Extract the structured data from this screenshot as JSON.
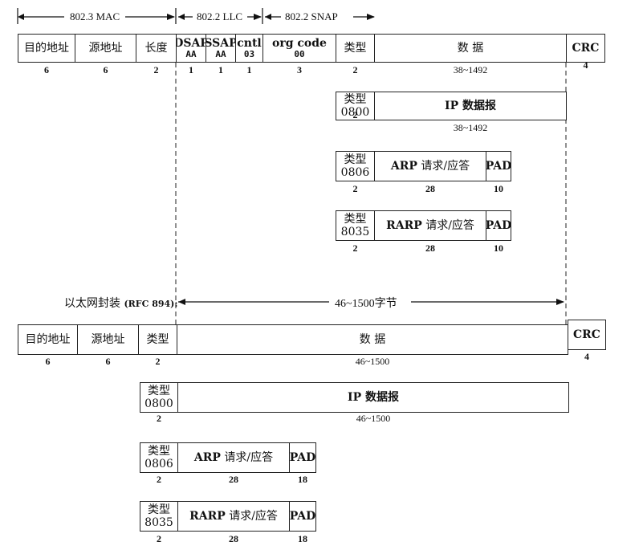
{
  "header": {
    "mac": "802.3 MAC",
    "llc": "802.2 LLC",
    "snap": "802.2 SNAP"
  },
  "ieee": {
    "fields": [
      "目的地址",
      "源地址",
      "长度",
      "DSAP",
      "SSAP",
      "cntl",
      "org code",
      "类型",
      "数 据",
      "CRC"
    ],
    "subvalues": {
      "dsap": "AA",
      "ssap": "AA",
      "cntl": "03",
      "org": "00"
    },
    "sizes": [
      "6",
      "6",
      "2",
      "1",
      "1",
      "1",
      "3",
      "2",
      "38~1492",
      "4"
    ],
    "ip": {
      "type": "类型",
      "code": "0800",
      "label": "IP 数据报",
      "size_type": "2",
      "size_data": "38~1492"
    },
    "arp": {
      "type": "类型",
      "code": "0806",
      "label_bold": "ARP",
      "label_rest": " 请求/应答",
      "pad": "PAD",
      "size_type": "2",
      "size_data": "28",
      "size_pad": "10"
    },
    "rarp": {
      "type": "类型",
      "code": "8035",
      "label_bold": "RARP",
      "label_rest": " 请求/应答",
      "pad": "PAD",
      "size_type": "2",
      "size_data": "28",
      "size_pad": "10"
    }
  },
  "ethernet": {
    "title_prefix": "以太网封装 ",
    "title_bold": "(RFC 894):",
    "span_label": "46~1500字节",
    "fields": [
      "目的地址",
      "源地址",
      "类型",
      "数 据",
      "CRC"
    ],
    "sizes": [
      "6",
      "6",
      "2",
      "46~1500",
      "4"
    ],
    "ip": {
      "type": "类型",
      "code": "0800",
      "label": "IP 数据报",
      "size_type": "2",
      "size_data": "46~1500"
    },
    "arp": {
      "type": "类型",
      "code": "0806",
      "label_bold": "ARP",
      "label_rest": " 请求/应答",
      "pad": "PAD",
      "size_type": "2",
      "size_data": "28",
      "size_pad": "18"
    },
    "rarp": {
      "type": "类型",
      "code": "8035",
      "label_bold": "RARP",
      "label_rest": " 请求/应答",
      "pad": "PAD",
      "size_type": "2",
      "size_data": "28",
      "size_pad": "18"
    }
  }
}
